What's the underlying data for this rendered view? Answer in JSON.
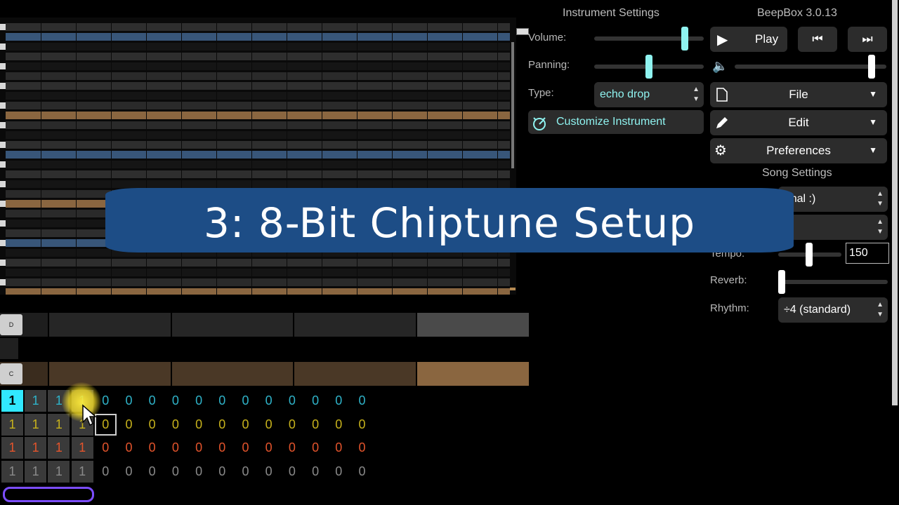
{
  "app": {
    "title": "BeepBox 3.0.13"
  },
  "instrument_settings": {
    "heading": "Instrument Settings",
    "volume_label": "Volume:",
    "volume_level": 0.85,
    "panning_label": "Panning:",
    "panning_level": 0.5,
    "type_label": "Type:",
    "type_value": "echo drop",
    "customize_label": "Customize Instrument"
  },
  "transport": {
    "play_label": "Play",
    "master_volume_level": 0.92
  },
  "menus": {
    "file_label": "File",
    "edit_label": "Edit",
    "preferences_label": "Preferences"
  },
  "song_settings": {
    "heading": "Song Settings",
    "scale_value": "rmal :)",
    "tempo_label": "Tempo:",
    "tempo_value": "150",
    "reverb_label": "Reverb:",
    "rhythm_label": "Rhythm:",
    "rhythm_value": "÷4 (standard)"
  },
  "tracks": [
    {
      "button_label": "D"
    },
    {
      "button_label": "C"
    }
  ],
  "sequence_grid": {
    "rows": [
      {
        "color": "#2fb3c9",
        "cells": [
          "1",
          "1",
          "1",
          "1",
          "0",
          "0",
          "0",
          "0",
          "0",
          "0",
          "0",
          "0",
          "0",
          "0",
          "0",
          "0"
        ]
      },
      {
        "color": "#c7b21c",
        "cells": [
          "1",
          "1",
          "1",
          "1",
          "0",
          "0",
          "0",
          "0",
          "0",
          "0",
          "0",
          "0",
          "0",
          "0",
          "0",
          "0"
        ]
      },
      {
        "color": "#e3542c",
        "cells": [
          "1",
          "1",
          "1",
          "1",
          "0",
          "0",
          "0",
          "0",
          "0",
          "0",
          "0",
          "0",
          "0",
          "0",
          "0",
          "0"
        ]
      },
      {
        "color": "#8a8a8a",
        "cells": [
          "1",
          "1",
          "1",
          "1",
          "0",
          "0",
          "0",
          "0",
          "0",
          "0",
          "0",
          "0",
          "0",
          "0",
          "0",
          "0"
        ]
      }
    ]
  },
  "colors": {
    "accent_cyan": "#31e8ff",
    "banner_blue": "#1d4d86",
    "note_blue": "#3d5f86",
    "note_orange": "#8a6640"
  },
  "banner": {
    "title": "3: 8-Bit Chiptune Setup"
  }
}
